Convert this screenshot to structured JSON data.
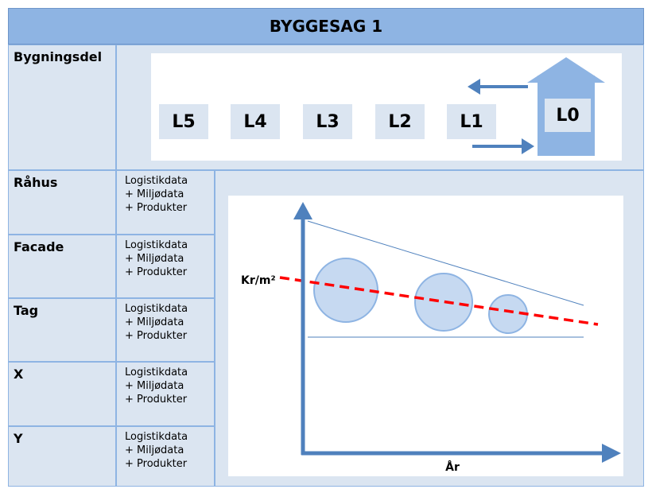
{
  "title": "BYGGESAG 1",
  "bygningsdel_label": "Bygningsdel",
  "levels": [
    "L5",
    "L4",
    "L3",
    "L2",
    "L1",
    "L0"
  ],
  "rows": [
    {
      "label": "Råhus",
      "lines": [
        "Logistikdata",
        "+ Miljødata",
        "+ Produkter"
      ]
    },
    {
      "label": "Facade",
      "lines": [
        "Logistikdata",
        "+ Miljødata",
        "+ Produkter"
      ]
    },
    {
      "label": "Tag",
      "lines": [
        "Logistikdata",
        "+ Miljødata",
        "+ Produkter"
      ]
    },
    {
      "label": "X",
      "lines": [
        "Logistikdata",
        "+ Miljødata",
        "+ Produkter"
      ]
    },
    {
      "label": "Y",
      "lines": [
        "Logistikdata",
        "+ Miljødata",
        "+ Produkter"
      ]
    }
  ],
  "chart": {
    "ylabel": "Kr/m²",
    "xlabel": "År"
  },
  "colors": {
    "header_bg": "#8eb4e3",
    "cell_bg": "#dbe5f1",
    "arrow": "#4f81bd",
    "house": "#8eb4e3",
    "trend_line": "#ff0000"
  }
}
